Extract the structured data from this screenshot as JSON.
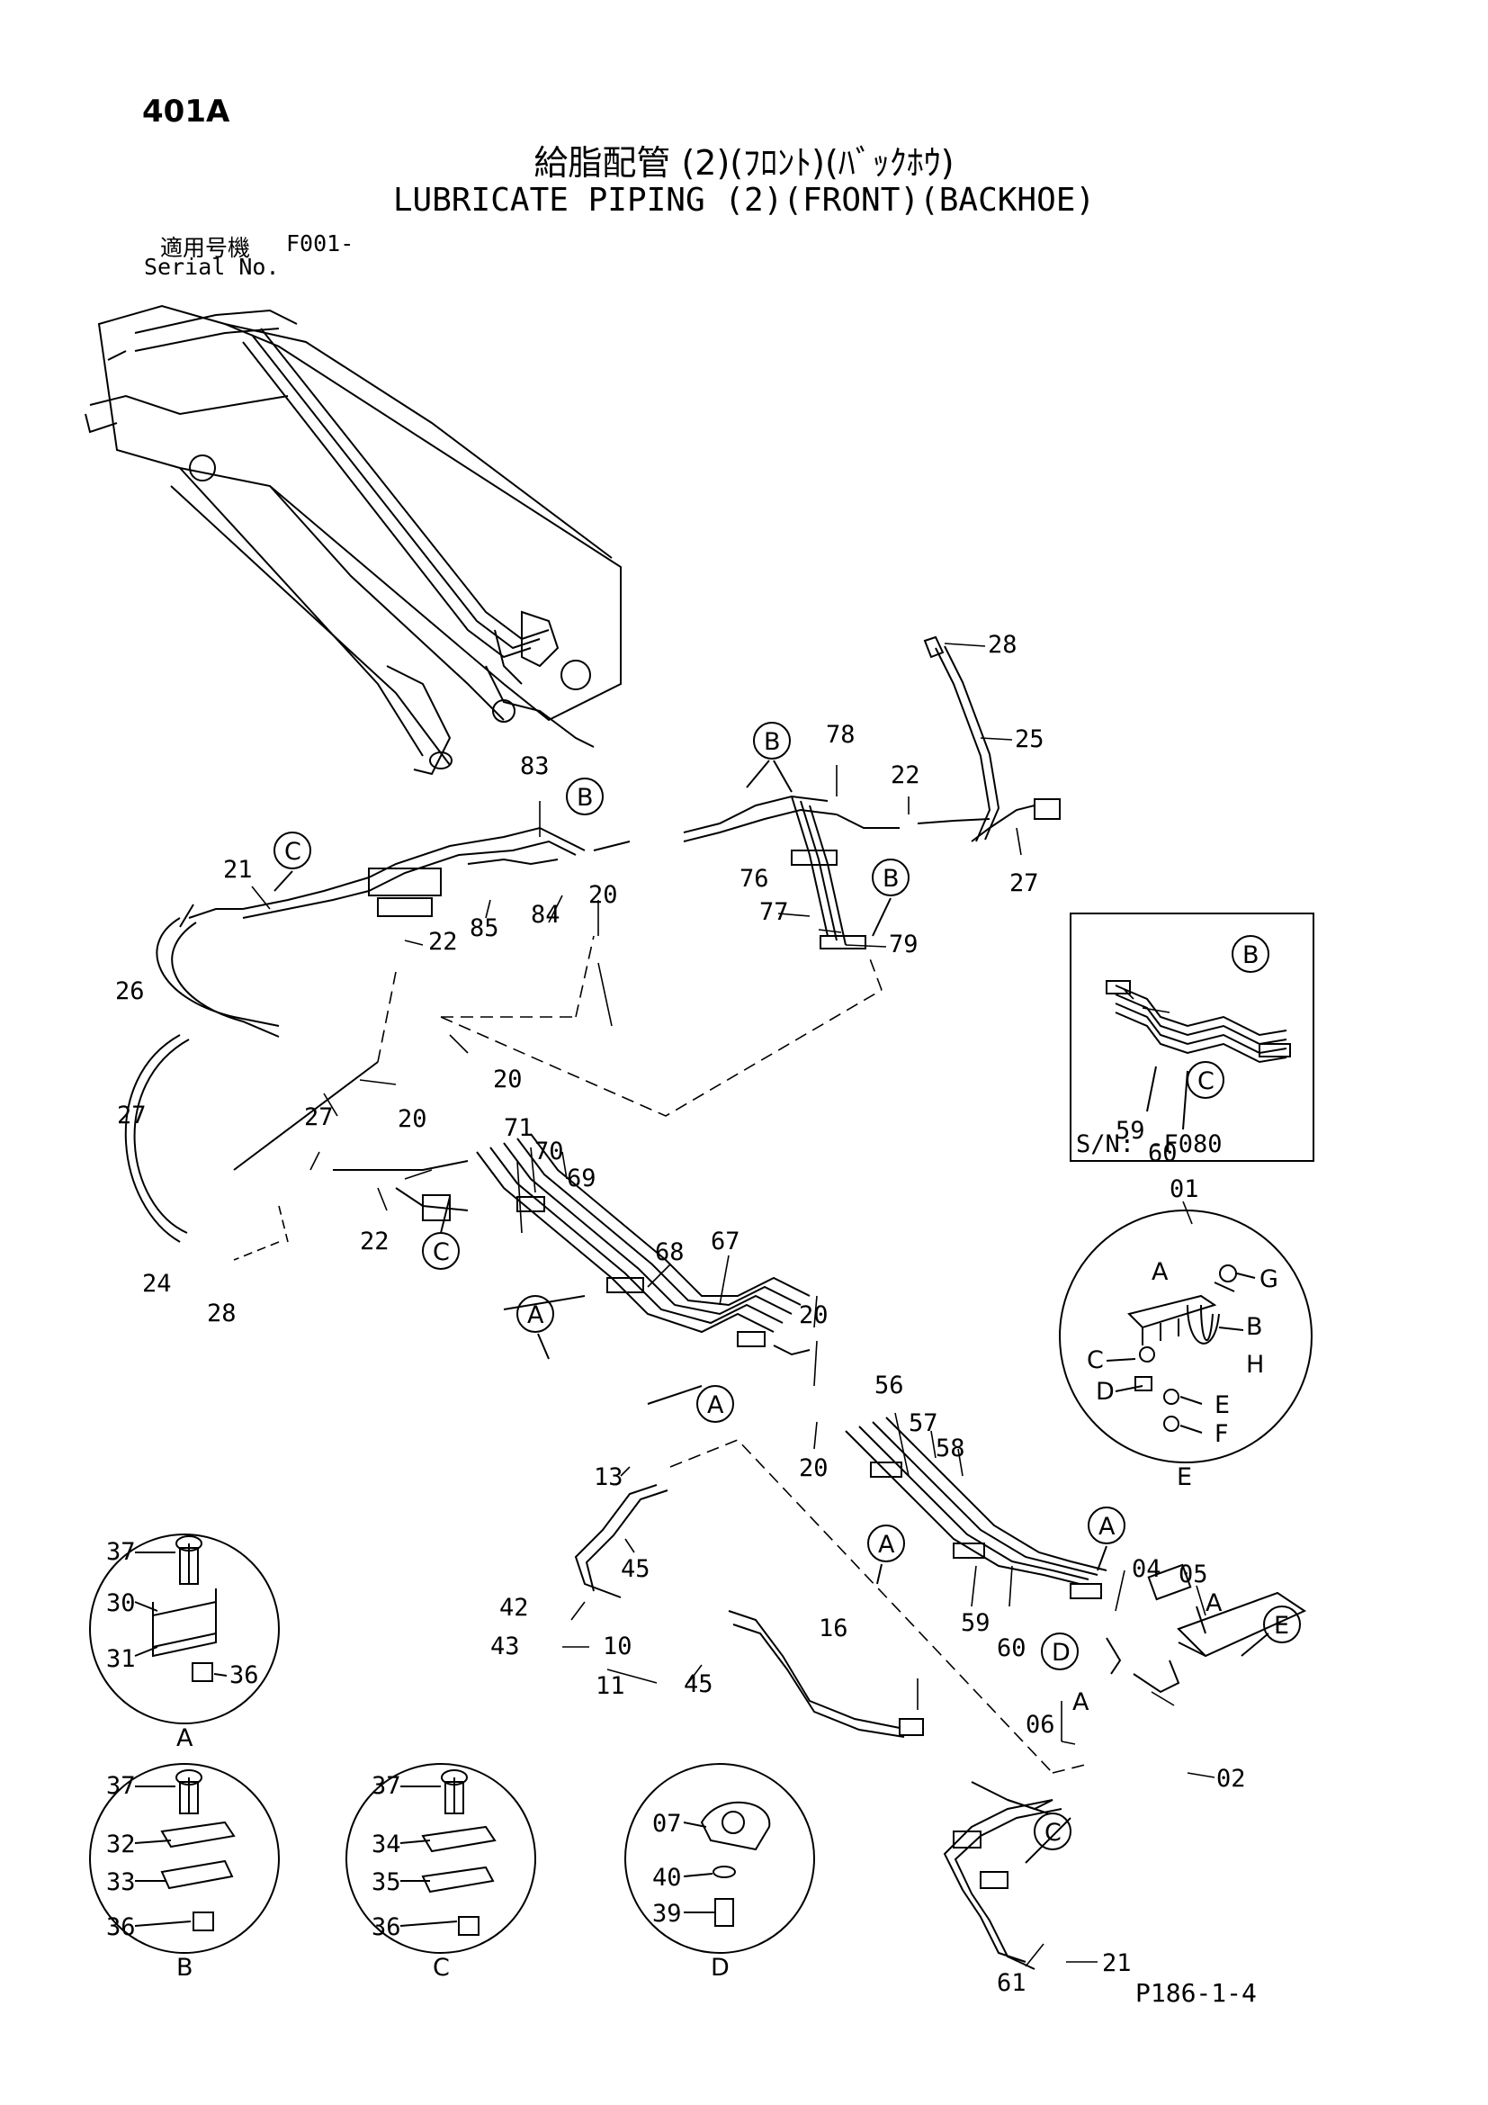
{
  "header": {
    "page_number": "401A",
    "title_jp": "給脂配管 (2)(ﾌﾛﾝﾄ)(ﾊﾞｯｸﾎｳ)",
    "title_en": "LUBRICATE PIPING (2)(FRONT)(BACKHOE)",
    "serial_label_jp": "適用号機",
    "serial_value": "F001-",
    "serial_label_en": "Serial No."
  },
  "footer": {
    "drawing_code": "P186-1-4"
  },
  "inset": {
    "serial_note": "S/N: -F080"
  },
  "callouts": {
    "c28a": "28",
    "c25": "25",
    "c27a": "27",
    "c78": "78",
    "c22a": "22",
    "c76": "76",
    "c77": "77",
    "c79": "79",
    "c83": "83",
    "c21a": "21",
    "c22b": "22",
    "c85": "85",
    "c84": "84",
    "c20a": "20",
    "c26": "26",
    "c27b": "27",
    "c27c": "27",
    "c20b": "20",
    "c20c": "20",
    "c71": "71",
    "c70": "70",
    "c69": "69",
    "c68": "68",
    "c67": "67",
    "c22c": "22",
    "c24": "24",
    "c28b": "28",
    "c20d": "20",
    "c20e": "20",
    "c56": "56",
    "c57": "57",
    "c58": "58",
    "c59a": "59",
    "c60a": "60",
    "c59b": "59",
    "c60b": "60",
    "c01": "01",
    "c13": "13",
    "c45a": "45",
    "c42": "42",
    "c43": "43",
    "c10": "10",
    "c45b": "45",
    "c11": "11",
    "c16": "16",
    "c04": "04",
    "c05": "05",
    "c06": "06",
    "c02": "02",
    "c61": "61",
    "c21b": "21",
    "c37a": "37",
    "c30": "30",
    "c31": "31",
    "c36a": "36",
    "c37b": "37",
    "c32": "32",
    "c33": "33",
    "c36b": "36",
    "c37c": "37",
    "c34": "34",
    "c35": "35",
    "c36c": "36",
    "c07": "07",
    "c40": "40",
    "c39": "39"
  },
  "letters": {
    "circle_b1": "B",
    "circle_b2": "B",
    "circle_b3": "B",
    "circle_b_inset": "B",
    "circle_c1": "C",
    "circle_c2": "C",
    "circle_c3": "C",
    "circle_c_inset": "C",
    "circle_a1": "A",
    "circle_a2": "A",
    "circle_a3": "A",
    "circle_a4": "A",
    "circle_d": "D",
    "circle_e": "E",
    "e_a": "A",
    "e_b": "B",
    "e_c": "C",
    "e_d": "D",
    "e_e": "E",
    "e_f": "F",
    "e_g": "G",
    "e_h": "H",
    "e_bottom": "E",
    "detail_a": "A",
    "detail_b": "B",
    "detail_c": "C",
    "detail_d": "D",
    "flag_a1": "A",
    "flag_a2": "A"
  }
}
